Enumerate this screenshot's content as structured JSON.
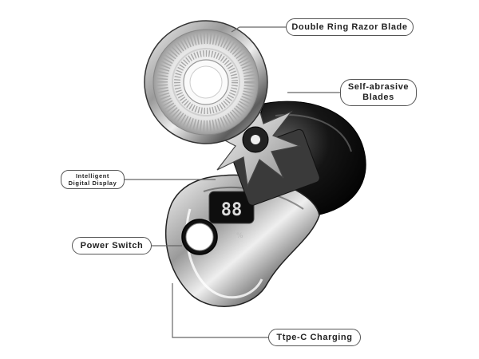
{
  "callouts": {
    "double_ring_razor_blade": "Double Ring Razor Blade",
    "self_abrasive_blades_line1": "Self-abrasive",
    "self_abrasive_blades_line2": "Blades",
    "intelligent_digital_display_line1": "Intelligent",
    "intelligent_digital_display_line2": "Digital Display",
    "power_switch": "Power Switch",
    "typec_charging": "Ttpe-C Charging"
  },
  "display": {
    "digits": "88",
    "unit": "%"
  },
  "colors": {
    "body_dark": "#1a1a1a",
    "chrome_light": "#e8e8e8",
    "leader_line": "#666666",
    "callout_border": "#555555"
  }
}
